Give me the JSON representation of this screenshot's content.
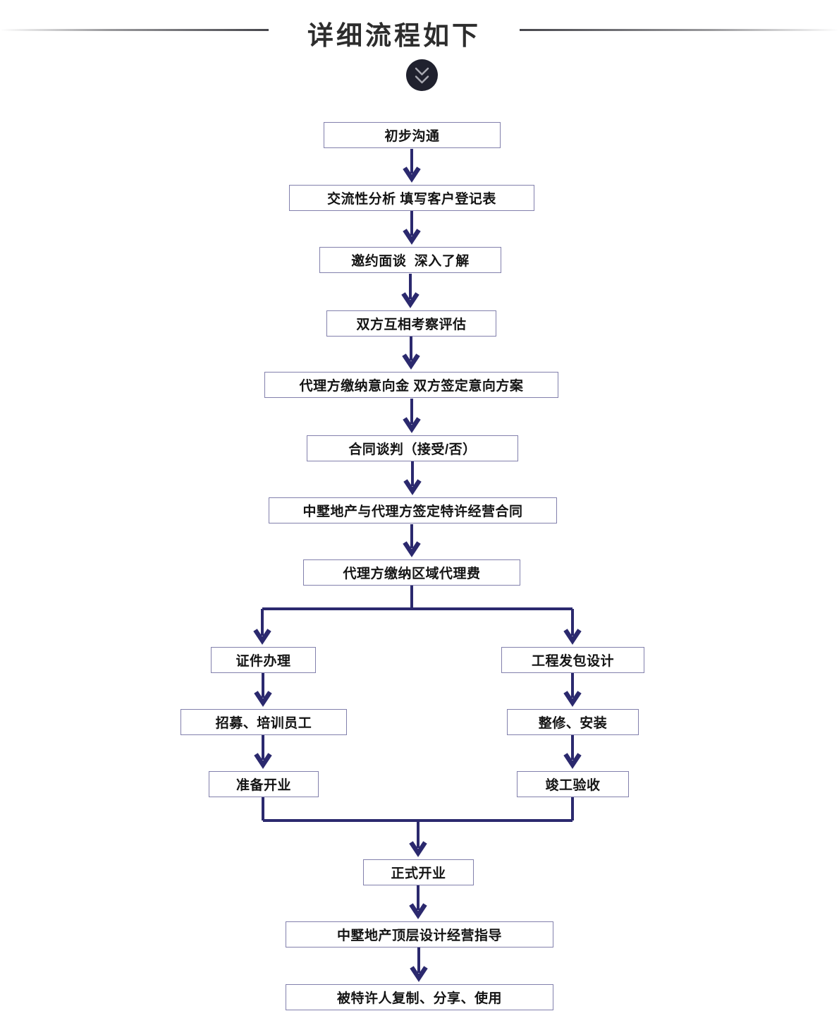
{
  "page": {
    "title": "详细流程如下",
    "scroll_indicator": "double-chevron-down"
  },
  "theme": {
    "accent": "#2b296e",
    "box_border": "#8280ac",
    "box_text": "#141414",
    "title_color": "#2d2d2d",
    "divider_color": "#46464c",
    "circle_bg": "#20212e",
    "chevron_color": "#a9a9b2",
    "background": "#ffffff"
  },
  "flow": {
    "main": [
      {
        "label": "初步沟通"
      },
      {
        "label": "交流性分析 填写客户登记表"
      },
      {
        "label": "邀约面谈  深入了解"
      },
      {
        "label": "双方互相考察评估"
      },
      {
        "label": "代理方缴纳意向金 双方签定意向方案"
      },
      {
        "label": "合同谈判（接受/否）"
      },
      {
        "label": "中墅地产与代理方签定特许经营合同"
      },
      {
        "label": "代理方缴纳区域代理费"
      }
    ],
    "left_branch": [
      {
        "label": "证件办理"
      },
      {
        "label": "招募、培训员工"
      },
      {
        "label": "准备开业"
      }
    ],
    "right_branch": [
      {
        "label": "工程发包设计"
      },
      {
        "label": "整修、安装"
      },
      {
        "label": "竣工验收"
      }
    ],
    "merge": [
      {
        "label": "正式开业"
      },
      {
        "label": "中墅地产顶层设计经营指导"
      },
      {
        "label": "被特许人复制、分享、使用"
      }
    ]
  }
}
